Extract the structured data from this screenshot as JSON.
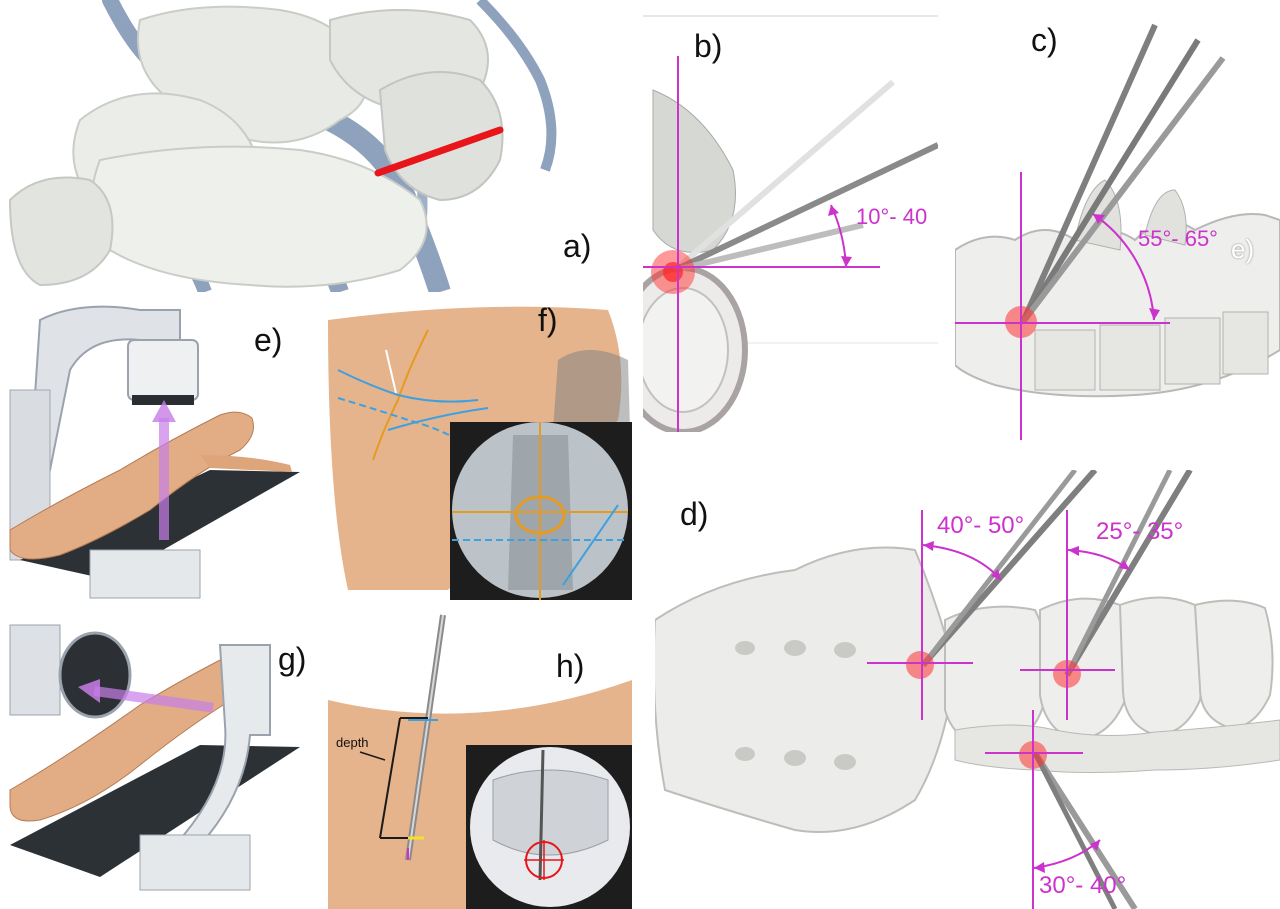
{
  "labels": {
    "a": "a)",
    "b": "b)",
    "c": "c)",
    "d": "d)",
    "e": "e)",
    "f": "f)",
    "g": "g)",
    "h": "h)",
    "e_small": "e)"
  },
  "angles": {
    "b": "10°- 40",
    "c": "55°- 65°",
    "d1": "40°- 50°",
    "d2": "25°- 35°",
    "d3": "30°- 40°"
  },
  "annotations": {
    "depth": "depth"
  },
  "colors": {
    "magenta": "#cc33cc",
    "red": "#e8151b",
    "orange": "#e59a22",
    "blue": "#3fa0e0",
    "bone": "#e9ebe8",
    "nerve": "#8ea2bd",
    "skin": "#e6b48c"
  }
}
